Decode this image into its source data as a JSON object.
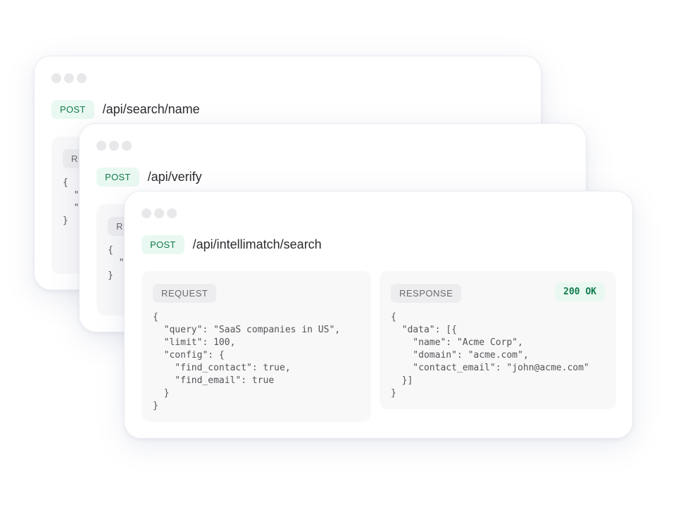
{
  "cards": [
    {
      "method": "POST",
      "path": "/api/search/name",
      "request": {
        "label": "REQUEST",
        "code": "{\n  \"\n  \"\n}"
      }
    },
    {
      "method": "POST",
      "path": "/api/verify",
      "request": {
        "label": "REQUEST",
        "code": "{\n  \"\n}"
      }
    },
    {
      "method": "POST",
      "path": "/api/intellimatch/search",
      "request": {
        "label": "REQUEST",
        "code": "{\n  \"query\": \"SaaS companies in US\",\n  \"limit\": 100,\n  \"config\": {\n    \"find_contact\": true,\n    \"find_email\": true\n  }\n}"
      },
      "response": {
        "label": "RESPONSE",
        "status": "200 OK",
        "code": "{\n  \"data\": [{\n    \"name\": \"Acme Corp\",\n    \"domain\": \"acme.com\",\n    \"contact_email\": \"john@acme.com\"\n  }]\n}"
      }
    }
  ],
  "colors": {
    "method_bg": "#e9f9f1",
    "method_text": "#137a4c",
    "panel_bg": "#f8f8f9",
    "label_bg": "#ededef",
    "window_dot": "#e8e8ea"
  }
}
